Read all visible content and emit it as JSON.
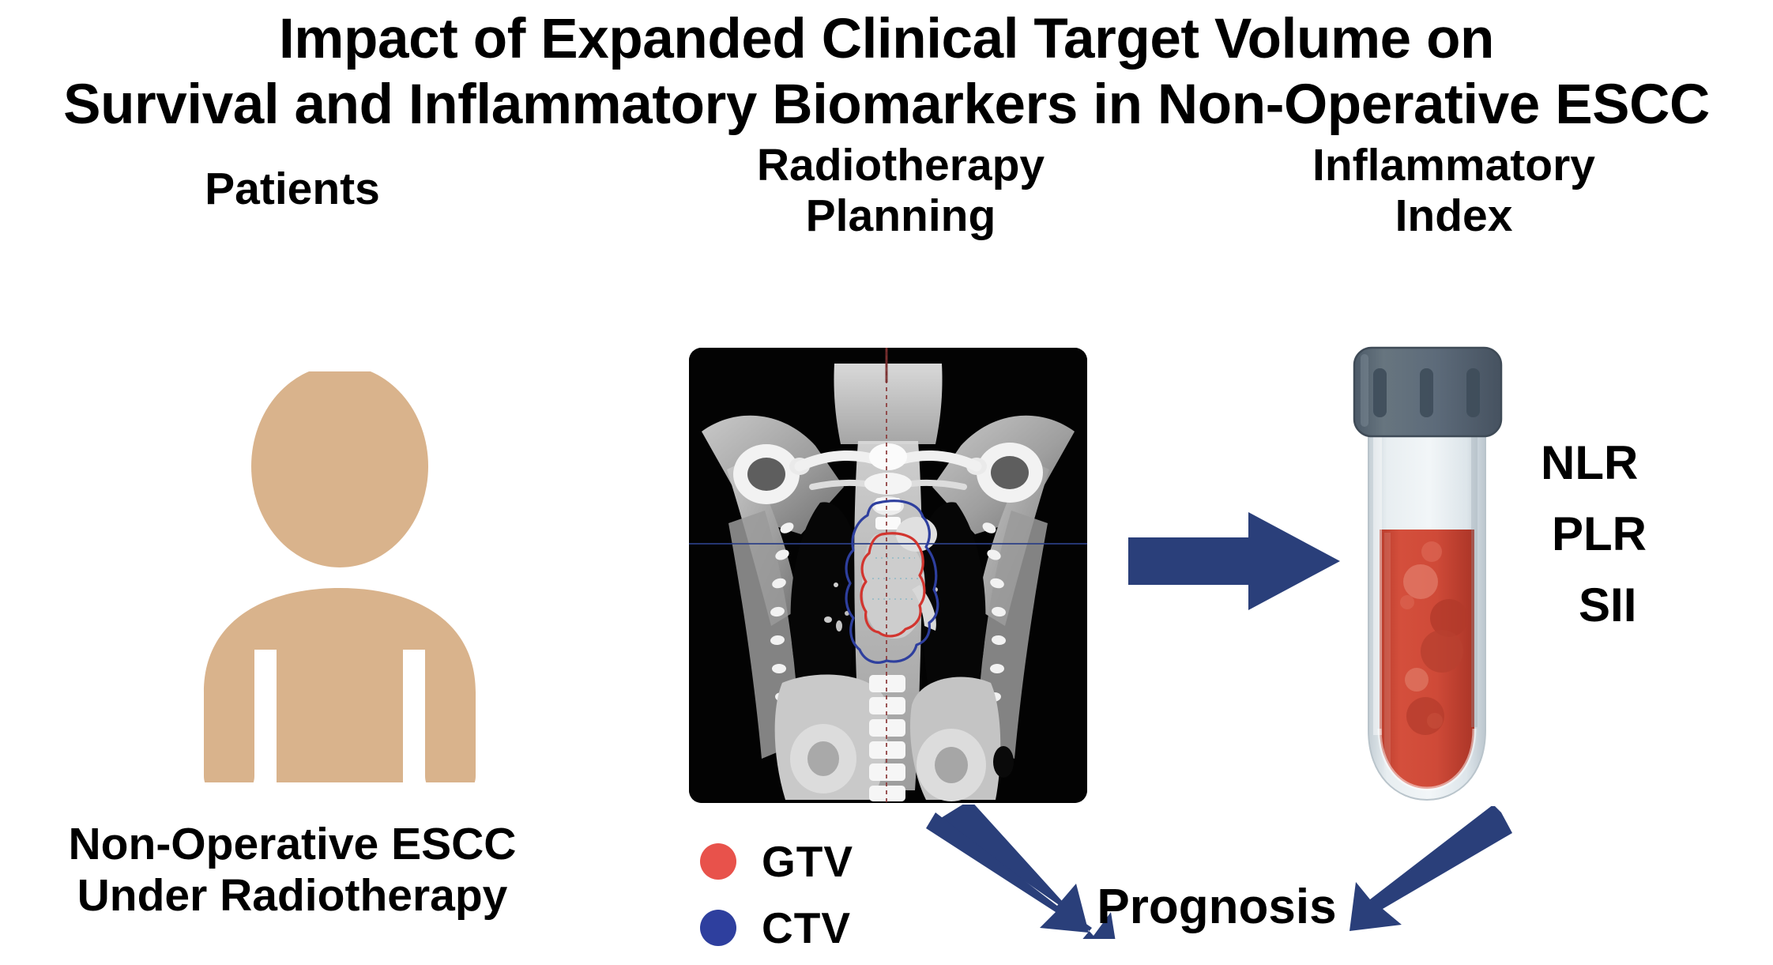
{
  "title": {
    "line1": "Impact of Expanded Clinical Target Volume on",
    "line2": "Survival and Inflammatory Biomarkers in Non-Operative ESCC"
  },
  "columns": {
    "patients": {
      "heading": "Patients",
      "caption_line1": "Non-Operative ESCC",
      "caption_line2": "Under Radiotherapy",
      "icon_name": "patient-person-icon",
      "skin_color": "#d9b38c"
    },
    "radiotherapy": {
      "heading_line1": "Radiotherapy",
      "heading_line2": "Planning",
      "image_name": "coronal-ct-thorax-scan",
      "legend": [
        {
          "label": "GTV",
          "color": "#e8524b",
          "contour": "gross-tumor-volume"
        },
        {
          "label": "CTV",
          "color": "#2e3f9e",
          "contour": "clinical-target-volume"
        }
      ]
    },
    "inflammatory": {
      "heading_line1": "Inflammatory",
      "heading_line2": "Index",
      "tube_name": "blood-collection-tube",
      "cap_color": "#5d6b7a",
      "blood_color": "#cf4a38",
      "glass_color": "#d3dbe0",
      "markers": [
        "NLR",
        "PLR",
        "SII"
      ]
    }
  },
  "flow": {
    "arrow_color": "#2a3f7a",
    "arrow_rt_to_blood": "arrow-right",
    "arrow_ct_to_prognosis": "arrow-down-right",
    "arrow_blood_to_prognosis": "arrow-down-left",
    "outcome_label": "Prognosis"
  }
}
